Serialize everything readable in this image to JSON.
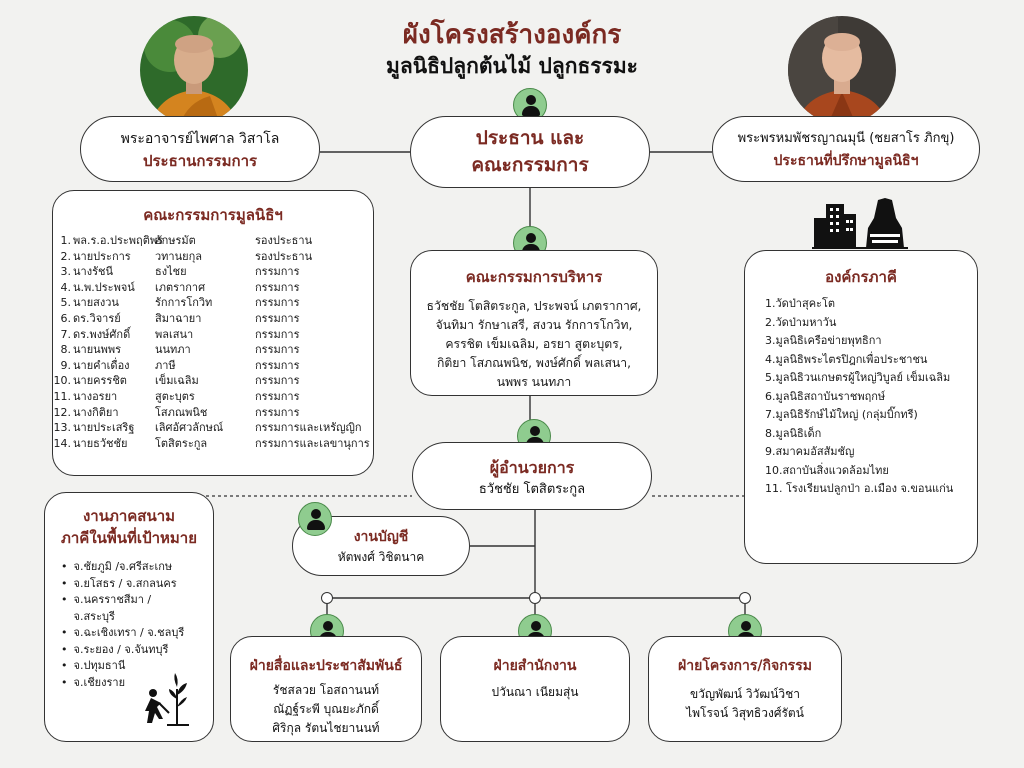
{
  "header": {
    "title": "ผังโครงสร้างองค์กร",
    "subtitle": "มูลนิธิปลูกต้นไม้ ปลูกธรรมะ"
  },
  "chairman_board": {
    "title": "ประธาน และ",
    "title2": "คณะกรรมการ"
  },
  "left_monk": {
    "name": "พระอาจารย์ไพศาล  วิสาโล",
    "role": "ประธานกรรมการ"
  },
  "right_monk": {
    "name": "พระพรหมพัชรญาณมุนี (ชยสาโร ภิกขุ)",
    "role": "ประธานที่ปรึกษามูลนิธิฯ"
  },
  "foundation_committee": {
    "title": "คณะกรรมการมูลนิธิฯ",
    "members": [
      {
        "no": "1.",
        "first": "พล.ร.อ.ประพฤติพร",
        "last": "อักษรมัต",
        "role": "รองประธาน"
      },
      {
        "no": "2.",
        "first": "นายประการ",
        "last": "วทานยกุล",
        "role": "รองประธาน"
      },
      {
        "no": "3.",
        "first": "นางรัชนี",
        "last": "ธงไชย",
        "role": "กรรมการ"
      },
      {
        "no": "4.",
        "first": "น.พ.ประพจน์",
        "last": "เภตรากาศ",
        "role": "กรรมการ"
      },
      {
        "no": "5.",
        "first": "นายสงวน",
        "last": "รักการโกวิท",
        "role": "กรรมการ"
      },
      {
        "no": "6.",
        "first": "ดร.วิจารย์",
        "last": "สิมาฉายา",
        "role": "กรรมการ"
      },
      {
        "no": "7.",
        "first": "ดร.พงษ์ศักดิ์",
        "last": "พลเสนา",
        "role": "กรรมการ"
      },
      {
        "no": "8.",
        "first": "นายนพพร",
        "last": "นนทภา",
        "role": "กรรมการ"
      },
      {
        "no": "9.",
        "first": "นายคำเดื่อง",
        "last": "ภาษี",
        "role": "กรรมการ"
      },
      {
        "no": "10.",
        "first": "นายครรชิต",
        "last": "เข็มเฉลิม",
        "role": "กรรมการ"
      },
      {
        "no": "11.",
        "first": "นางอรยา",
        "last": "สูตะบุตร",
        "role": "กรรมการ"
      },
      {
        "no": "12.",
        "first": "นางกิติยา",
        "last": "โสภณพนิช",
        "role": "กรรมการ"
      },
      {
        "no": "13.",
        "first": "นายประเสริฐ",
        "last": "เลิศอัศวลักษณ์",
        "role": "กรรมการและเหรัญญิก"
      },
      {
        "no": "14.",
        "first": "นายธวัชชัย",
        "last": "โตสิตระกูล",
        "role": "กรรมการและเลขานุการ"
      }
    ]
  },
  "executive_committee": {
    "title": "คณะกรรมการบริหาร",
    "lines": [
      "ธวัชชัย โตสิตระกูล, ประพจน์ เภตรากาศ,",
      "จันทิมา รักษาเสรี, สงวน รักการโกวิท,",
      "ครรชิต เข็มเฉลิม, อรยา สูตะบุตร,",
      "กิติยา โสภณพนิช, พงษ์ศักดิ์ พลเสนา,",
      "นพพร นนทภา"
    ]
  },
  "partners": {
    "title": "องค์กรภาคี",
    "items": [
      "1.วัดป่าสุคะโต",
      "2.วัดป่ามหาวัน",
      "3.มูลนิธิเครือข่ายพุทธิกา",
      "4.มูลนิธิพระไตรปิฎกเพื่อประชาชน",
      "5.มูลนิธิวนเกษตรผู้ใหญ่วิบูลย์ เข็มเฉลิม",
      "6.มูลนิธิสถาบันราชพฤกษ์",
      "7.มูลนิธิรักษ์ไม้ใหญ่ (กลุ่มบิ๊กทรี)",
      "8.มูลนิธิเด็ก",
      "9.สมาคมอัสสัมชัญ",
      "10.สถาบันสิ่งแวดล้อมไทย",
      "11.  โรงเรียนปลูกป่า อ.เมือง จ.ขอนแก่น"
    ]
  },
  "director": {
    "title": "ผู้อำนวยการ",
    "name": "ธวัชชัย โตสิตระกูล"
  },
  "accounting": {
    "title": "งานบัญชี",
    "name": "หัตพงศ์ วิชิตนาค"
  },
  "field_work": {
    "title": "งานภาคสนาม",
    "title2": "ภาคีในพื้นที่เป้าหมาย",
    "items": [
      "จ.ชัยภูมิ /จ.ศรีสะเกษ",
      "จ.ยโสธร / จ.สกลนคร",
      "จ.นครราชสีมา /",
      "จ.สระบุรี",
      "จ.ฉะเชิงเทรา / จ.ชลบุรี",
      "จ.ระยอง / จ.จันทบุรี",
      "จ.ปทุมธานี",
      "จ.เชียงราย"
    ]
  },
  "pr_dept": {
    "title": "ฝ่ายสื่อและประชาสัมพันธ์",
    "names": [
      "รัชสลวย โอสถานนท์",
      "ณัฏฐ์ระพี บุณยะภักดิ์",
      "ศิริกุล รัตนไชยานนท์"
    ]
  },
  "office_dept": {
    "title": "ฝ่ายสำนักงาน",
    "names": [
      "ปวันณา เนียมสุ่น"
    ]
  },
  "project_dept": {
    "title": "ฝ่ายโครงการ/กิจกรรม",
    "names": [
      "ขวัญพัฒน์ วิวัฒน์วิชา",
      "ไพโรจน์ วิสุทธิวงศ์รัตน์"
    ]
  },
  "colors": {
    "heading": "#7b2a22",
    "icon_bg": "#8fcc8f",
    "line": "#333333",
    "background": "#f2f2f0"
  }
}
